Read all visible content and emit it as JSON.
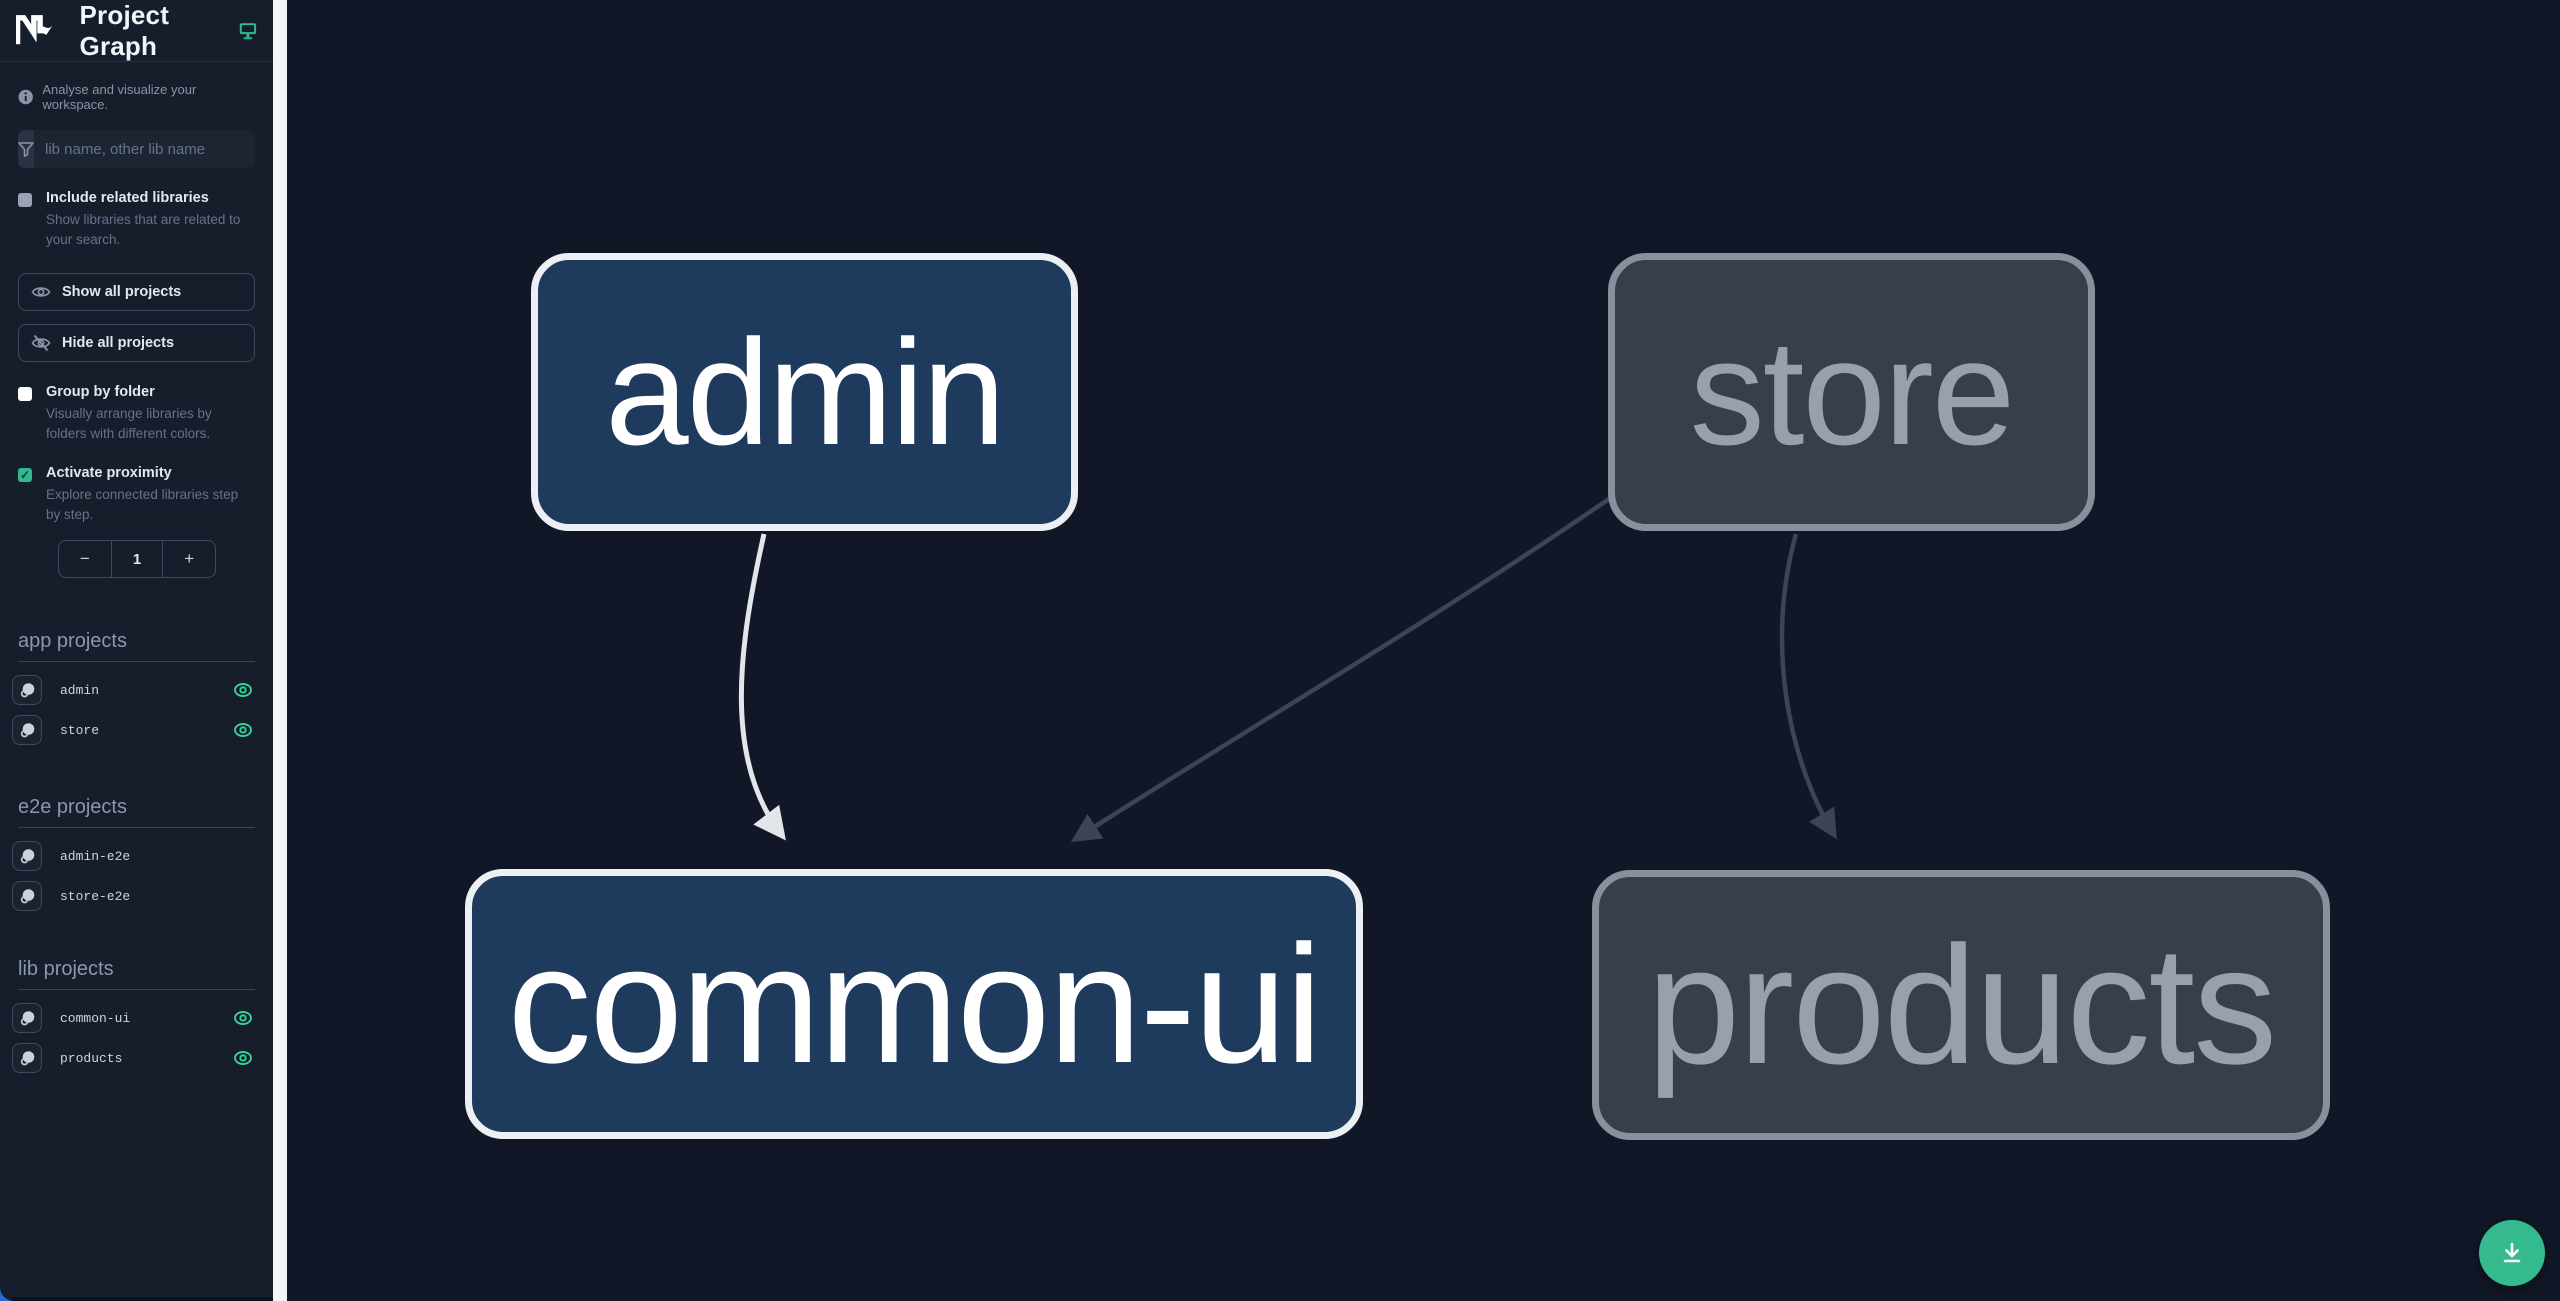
{
  "app": {
    "title": "Project Graph"
  },
  "sidebar": {
    "tagline": "Analyse and visualize your workspace.",
    "search": {
      "placeholder": "lib name, other lib name"
    },
    "checkbox_related": {
      "label": "Include related libraries",
      "description": "Show libraries that are related to your search.",
      "checked": false
    },
    "button_show_all": {
      "label": "Show all projects"
    },
    "button_hide_all": {
      "label": "Hide all projects"
    },
    "checkbox_group": {
      "label": "Group by folder",
      "description": "Visually arrange libraries by folders with different colors.",
      "checked": false
    },
    "checkbox_proximity": {
      "label": "Activate proximity",
      "description": "Explore connected libraries step by step.",
      "checked": true,
      "check_glyph": "✓"
    },
    "stepper": {
      "decrement": "−",
      "value": "1",
      "increment": "+"
    },
    "sections": [
      {
        "title": "app projects",
        "items": [
          {
            "name": "admin",
            "visible": true
          },
          {
            "name": "store",
            "visible": true
          }
        ]
      },
      {
        "title": "e2e projects",
        "items": [
          {
            "name": "admin-e2e",
            "visible": false
          },
          {
            "name": "store-e2e",
            "visible": false
          }
        ]
      },
      {
        "title": "lib projects",
        "items": [
          {
            "name": "common-ui",
            "visible": true
          },
          {
            "name": "products",
            "visible": true
          }
        ]
      }
    ]
  },
  "graph": {
    "nodes": [
      {
        "id": "admin",
        "label": "admin",
        "state": "focused"
      },
      {
        "id": "store",
        "label": "store",
        "state": "faded"
      },
      {
        "id": "common-ui",
        "label": "common-ui",
        "state": "focused"
      },
      {
        "id": "products",
        "label": "products",
        "state": "faded"
      }
    ],
    "edges": [
      {
        "source": "admin",
        "target": "common-ui",
        "state": "focused"
      },
      {
        "source": "store",
        "target": "common-ui",
        "state": "faded"
      },
      {
        "source": "store",
        "target": "products",
        "state": "faded"
      }
    ]
  },
  "fab": {
    "action": "download-graph-image"
  },
  "colors": {
    "accent_teal": "#2dbb8e",
    "eye_green": "#34d399",
    "focused_node_fill": "#1e3a5c",
    "focused_node_border": "#eceff3",
    "faded_node_fill": "#383e4a",
    "faded_node_border": "#8a909b",
    "focused_edge": "#e2e5e9",
    "faded_edge": "#3d4456",
    "sidebar_bg": "#161d2b",
    "canvas_bg": "#111726"
  }
}
